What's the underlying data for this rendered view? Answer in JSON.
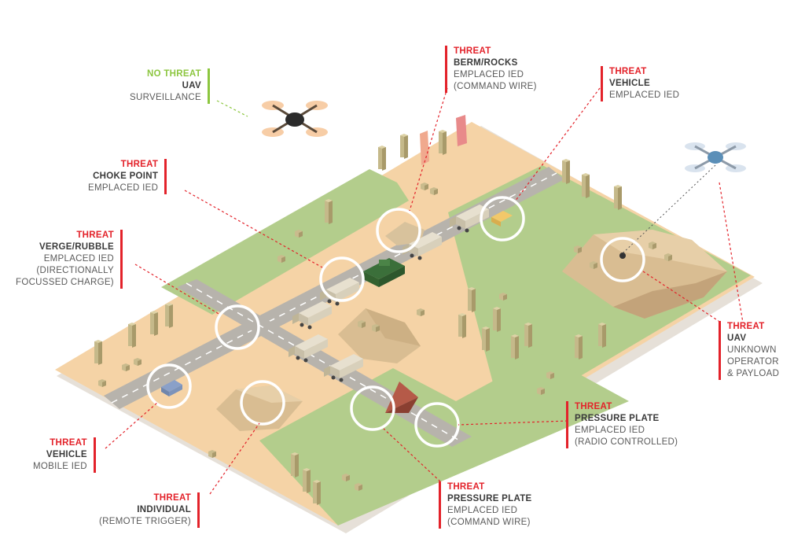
{
  "colors": {
    "threat": "#e3222a",
    "no_threat": "#8cc63f",
    "sand": "#f5d3a6",
    "grass": "#b3cd8c",
    "road": "#b7b3ac"
  },
  "callouts": [
    {
      "id": "uav-surveillance",
      "status": "NO THREAT",
      "type": "UAV",
      "desc": [
        "SURVEILLANCE"
      ],
      "severity": "no_threat"
    },
    {
      "id": "berm-rocks",
      "status": "THREAT",
      "type": "BERM/ROCKS",
      "desc": [
        "EMPLACED IED",
        "(COMMAND WIRE)"
      ],
      "severity": "threat"
    },
    {
      "id": "vehicle-emplaced",
      "status": "THREAT",
      "type": "VEHICLE",
      "desc": [
        "EMPLACED IED"
      ],
      "severity": "threat"
    },
    {
      "id": "choke-point",
      "status": "THREAT",
      "type": "CHOKE POINT",
      "desc": [
        "EMPLACED IED"
      ],
      "severity": "threat"
    },
    {
      "id": "verge-rubble",
      "status": "THREAT",
      "type": "VERGE/RUBBLE",
      "desc": [
        "EMPLACED IED",
        "(DIRECTIONALLY",
        "FOCUSSED CHARGE)"
      ],
      "severity": "threat"
    },
    {
      "id": "uav-unknown",
      "status": "THREAT",
      "type": "UAV",
      "desc": [
        "UNKNOWN",
        "OPERATOR",
        "& PAYLOAD"
      ],
      "severity": "threat"
    },
    {
      "id": "pressure-plate-radio",
      "status": "THREAT",
      "type": "PRESSURE PLATE",
      "desc": [
        "EMPLACED IED",
        "(RADIO CONTROLLED)"
      ],
      "severity": "threat"
    },
    {
      "id": "vehicle-mobile",
      "status": "THREAT",
      "type": "VEHICLE",
      "desc": [
        "MOBILE IED"
      ],
      "severity": "threat"
    },
    {
      "id": "individual",
      "status": "THREAT",
      "type": "INDIVIDUAL",
      "desc": [
        "(REMOTE TRIGGER)"
      ],
      "severity": "threat"
    },
    {
      "id": "pressure-plate-wire",
      "status": "THREAT",
      "type": "PRESSURE PLATE",
      "desc": [
        "EMPLACED IED",
        "(COMMAND WIRE)"
      ],
      "severity": "threat"
    }
  ]
}
